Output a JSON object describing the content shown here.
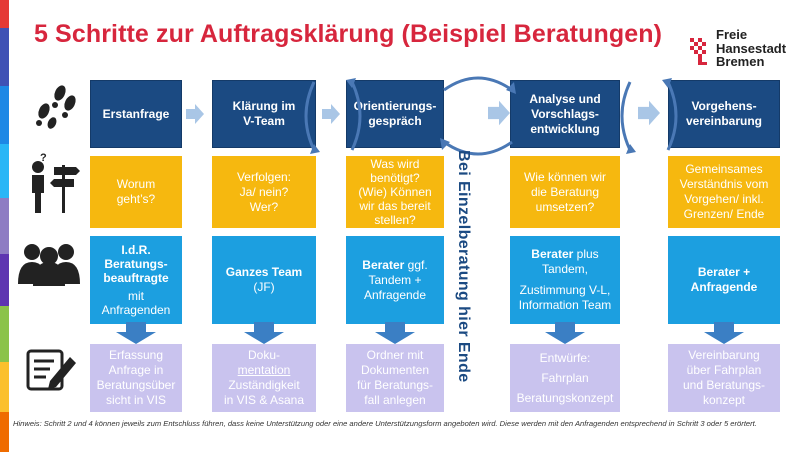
{
  "title": "5 Schritte zur Auftragsklärung (Beispiel Beratungen)",
  "logo": {
    "line1": "Freie",
    "line2": "Hansestadt",
    "line3": "Bremen"
  },
  "row1": [
    {
      "text": "Erstanfrage"
    },
    {
      "line1": "Klärung im",
      "line2": "V-Team"
    },
    {
      "line1": "Orientierungs-",
      "line2": "gespräch"
    },
    {
      "line1": "Analyse und",
      "line2": "Vorschlags-",
      "line3": "entwicklung"
    },
    {
      "line1": "Vorgehens-",
      "line2": "vereinbarung"
    }
  ],
  "row2": [
    {
      "line1": "Worum",
      "line2": "geht’s?"
    },
    {
      "line1": "Verfolgen:",
      "line2": "Ja/ nein?",
      "line3": "Wer?"
    },
    {
      "line1": "Was wird",
      "line2": "benötigt?",
      "line3": "(Wie) Können",
      "line4": "wir das bereit",
      "line5": "stellen?"
    },
    {
      "line1": "Wie können wir",
      "line2": "die Beratung",
      "line3": "umsetzen?"
    },
    {
      "line1": "Gemeinsames",
      "line2": "Verständnis vom",
      "line3": "Vorgehen/ inkl.",
      "line4": "Grenzen/ Ende"
    }
  ],
  "row3": [
    {
      "line1": "I.d.R.",
      "line2": "Beratungs-",
      "line3": "beauftragte",
      "line4": "mit",
      "line5": "Anfragenden"
    },
    {
      "line1": "Ganzes Team",
      "line2": "(JF)"
    },
    {
      "line1a": "Berater",
      "line1b": " ggf.",
      "line2": "Tandem +",
      "line3": "Anfragende"
    },
    {
      "line1a": "Berater",
      "line1b": " plus",
      "line2": "Tandem,",
      "line3": "Zustimmung V-L,",
      "line4": "Information Team"
    },
    {
      "line1": "Berater +",
      "line2": "Anfragende"
    }
  ],
  "row4": [
    {
      "line1": "Erfassung",
      "line2": "Anfrage in",
      "line3": "Beratungsüber",
      "line4": "sicht in VIS"
    },
    {
      "line1": "Doku-",
      "line2": "mentation",
      "line3": "Zuständigkeit",
      "line4": "in VIS & Asana"
    },
    {
      "line1": "Ordner mit",
      "line2": "Dokumenten",
      "line3": "für Beratungs-",
      "line4": "fall anlegen"
    },
    {
      "line1": "Entwürfe:",
      "line2": "Fahrplan",
      "line3": "Beratungskonzept"
    },
    {
      "line1": "Vereinbarung",
      "line2": "über Fahrplan",
      "line3": "und Beratungs-",
      "line4": "konzept"
    }
  ],
  "vertical_label": "Bei Einzelberatung hier Ende",
  "hint": "Hinweis: Schritt 2 und 4 können jeweils zum Entschluss führen, dass keine Unterstützung oder eine andere Unterstützungsform angeboten wird. Diese werden mit den Anfragenden entsprechend in Schritt 3 oder 5 erörtert.",
  "colors": {
    "title": "#d7263d",
    "navy": "#1b4a82",
    "yellow": "#f6b80f",
    "blue": "#1c9fe0",
    "lavender": "#c9c3ee",
    "arrow": "#a9c6e6",
    "logo_red": "#d7263d"
  },
  "icons": [
    "footsteps-icon",
    "person-signpost-icon",
    "group-icon",
    "document-pen-icon"
  ]
}
